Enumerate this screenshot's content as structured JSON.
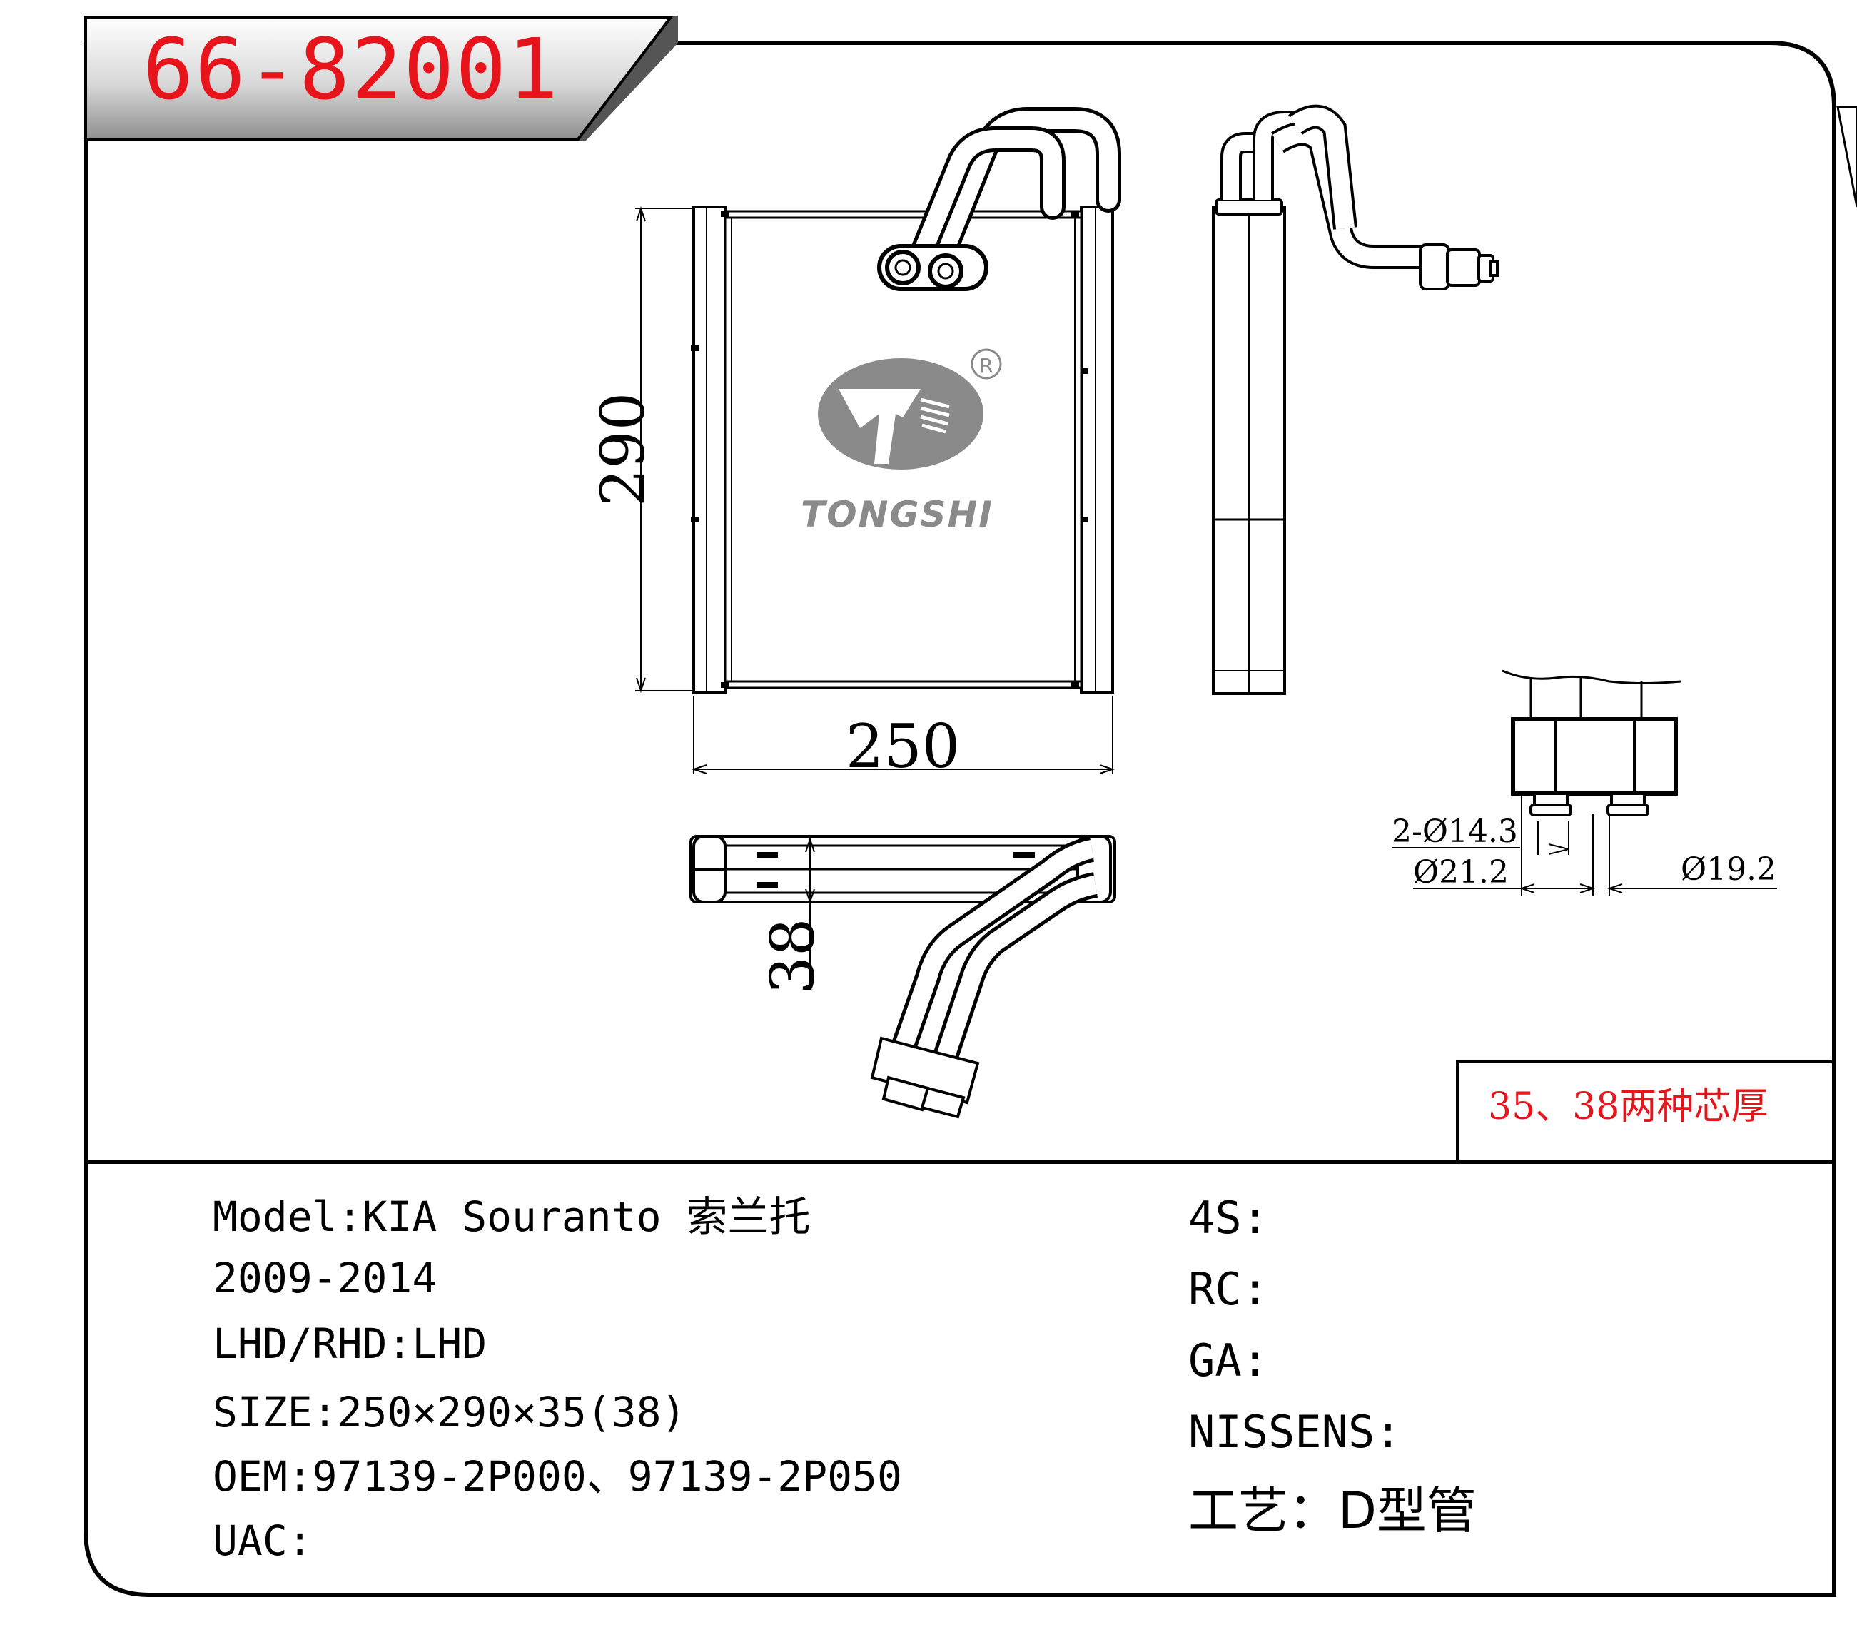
{
  "header": {
    "part_number": "66-82001"
  },
  "dimensions": {
    "height": "290",
    "width": "250",
    "depth": "38",
    "pipe_small": "2-Ø14.3",
    "pipe_outer": "Ø21.2",
    "pipe_large": "Ø19.2"
  },
  "logo": {
    "brand": "TONGSHI",
    "registered_mark": "R"
  },
  "note": {
    "core_thickness": "35、38两种芯厚"
  },
  "specs": {
    "model": "Model:KIA Souranto 索兰托",
    "years": "2009-2014",
    "drive": "LHD/RHD:LHD",
    "size": "SIZE:250×290×35(38)",
    "oem": "OEM:97139-2P000、97139-2P050",
    "uac": "UAC:"
  },
  "cross_refs": {
    "s4": "4S:",
    "rc": "RC:",
    "ga": "GA:",
    "nissens": "NISSENS:",
    "process": "工艺：D型管"
  },
  "colors": {
    "accent_red": "#e8141c",
    "logo_gray": "#8a8a8a",
    "outline": "#000000"
  }
}
